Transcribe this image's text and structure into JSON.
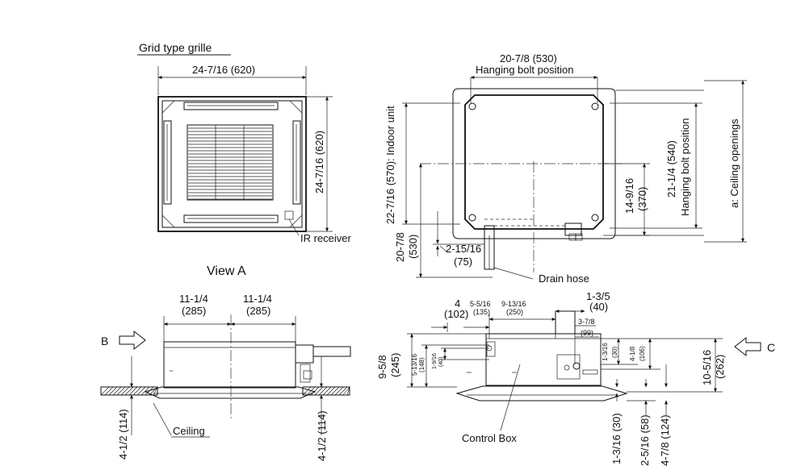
{
  "grille": {
    "title": "Grid type grille",
    "width_dim": "24-7/16 (620)",
    "height_dim": "24-7/16 (620)",
    "ir_label": "IR receiver",
    "view_label": "View A"
  },
  "top_view": {
    "bolt_dim": "20-7/8 (530)",
    "bolt_label": "Hanging bolt position",
    "indoor_unit_dim": "22-7/16 (570): Indoor unit",
    "hanging_dim_a": "21-1/4 (540)",
    "hanging_dim_b": "Hanging bolt position",
    "ceiling_openings": "a: Ceiling openings",
    "dim_14": "14-9/16",
    "dim_14b": "(370)",
    "dim_20": "20-7/8",
    "dim_20b": "(530)",
    "dim_2": "2-15/16",
    "dim_2b": "(75)",
    "drain_label": "Drain hose"
  },
  "view_b": {
    "marker": "B",
    "dim_left_a": "11-1/4",
    "dim_left_b": "(285)",
    "dim_right_a": "11-1/4",
    "dim_right_b": "(285)",
    "dim_vert_left": "4-1/2 (114)",
    "dim_vert_right": "4-1/2 (114)",
    "ceiling_label": "Ceiling"
  },
  "view_c": {
    "marker": "C",
    "dim_4": "4",
    "dim_102": "(102)",
    "dim_5516": "5-5/16",
    "dim_135": "(135)",
    "dim_91316": "9-13/16",
    "dim_250": "(250)",
    "dim_135b": "1-3/5",
    "dim_40": "(40)",
    "dim_378": "3-7/8",
    "dim_99": "(99)",
    "dim_958": "9-5/8",
    "dim_245": "(245)",
    "dim_51316": "5-13/16",
    "dim_148": "(148)",
    "dim_1916": "1-9/16",
    "dim_40b": "(40)",
    "dim_1316": "1-3/16",
    "dim_30": "(30)",
    "dim_418": "4-1/8",
    "dim_106": "(106)",
    "dim_10516": "10-5/16",
    "dim_262": "(262)",
    "dim_bot1": "1-3/16 (30)",
    "dim_bot2": "2-5/16 (58)",
    "dim_bot3": "4-7/8 (124)",
    "control_label": "Control Box"
  }
}
